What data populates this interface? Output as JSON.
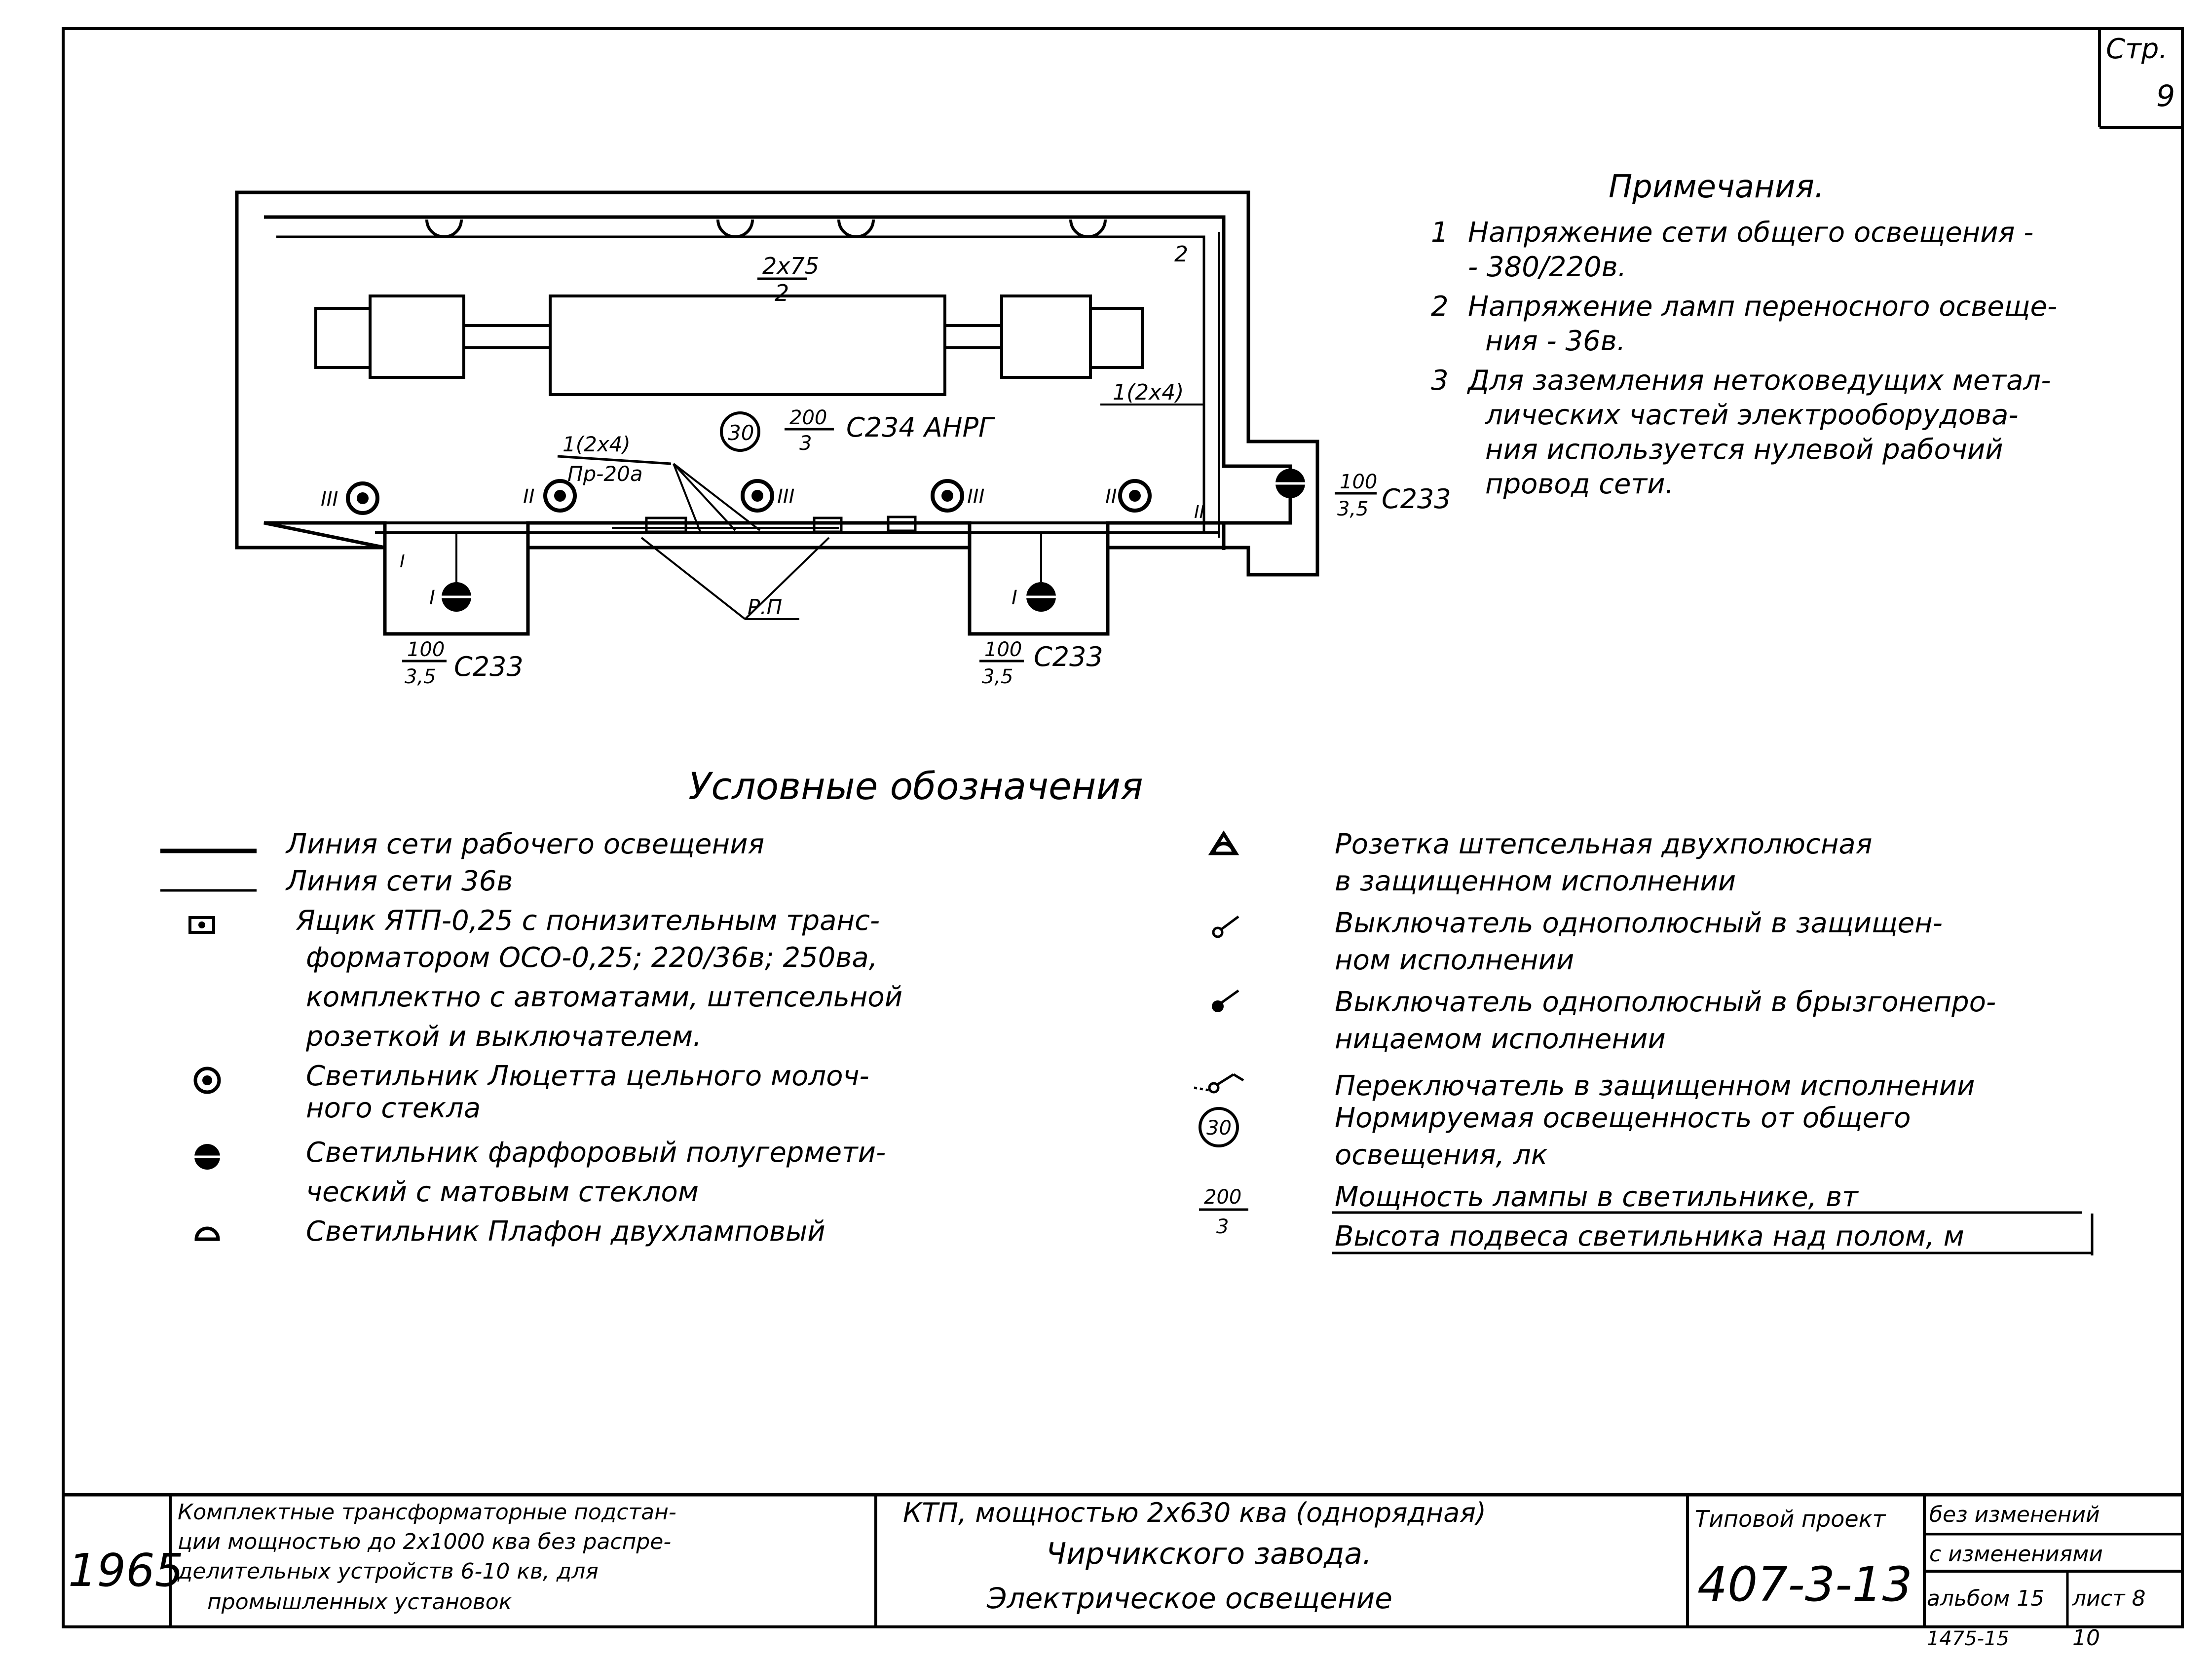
{
  "page_tag": {
    "label": "Стр.",
    "number": "9"
  },
  "plan": {
    "top_cable": {
      "num": "2х75",
      "den": "2"
    },
    "top_right_marker": "2",
    "right_cable": "1(2х4)",
    "center": {
      "illuminance": "30",
      "lamp": {
        "num": "200",
        "den": "3"
      },
      "label": "С234 АНРГ"
    },
    "cable_label": {
      "top": "1(2х4)",
      "bottom": "Пр-20а"
    },
    "rp_label": "Р.П",
    "roman": {
      "one": "I",
      "two": "II",
      "three": "III"
    },
    "right_annot": {
      "num": "100",
      "den": "3,5",
      "label": "С233"
    },
    "left_annot": {
      "num": "100",
      "den": "3,5",
      "label": "С233"
    },
    "mid_annot": {
      "num": "100",
      "den": "3,5",
      "label": "С233"
    }
  },
  "notes": {
    "title": "Примечания.",
    "items": [
      {
        "num": "1",
        "lines": [
          "Напряжение сети общего освещения -",
          "- 380/220в."
        ]
      },
      {
        "num": "2",
        "lines": [
          "Напряжение ламп переносного освеще-",
          "ния - 36в."
        ]
      },
      {
        "num": "3",
        "lines": [
          "Для заземления нетоковедущих метал-",
          "лических частей электрооборудова-",
          "ния используется нулевой рабочий",
          "провод сети."
        ]
      }
    ]
  },
  "legend": {
    "title": "Условные обозначения",
    "left": [
      {
        "lines": [
          "Линия сети рабочего освещения"
        ]
      },
      {
        "lines": [
          "Линия сети 36в"
        ]
      },
      {
        "lines": [
          "Ящик ЯТП-0,25 с понизительным транс-",
          "форматором ОСО-0,25; 220/36в; 250ва,",
          "комплектно с автоматами, штепсельной",
          "розеткой и выключателем."
        ]
      },
      {
        "lines": [
          "Светильник Люцетта цельного молоч-",
          "ного стекла"
        ]
      },
      {
        "lines": [
          "Светильник фарфоровый полугермети-",
          "ческий с матовым стеклом"
        ]
      },
      {
        "lines": [
          "Светильник Плафон двухламповый"
        ]
      }
    ],
    "right": [
      {
        "lines": [
          "Розетка штепсельная двухполюсная",
          "в защищенном исполнении"
        ]
      },
      {
        "lines": [
          "Выключатель однополюсный в защищен-",
          "ном исполнении"
        ]
      },
      {
        "lines": [
          "Выключатель однополюсный в брызгонепро-",
          "ницаемом исполнении"
        ]
      },
      {
        "lines": [
          "Переключатель в защищенном исполнении"
        ]
      },
      {
        "symbol": "30",
        "lines": [
          "Нормируемая освещенность от общего",
          "освещения, лк"
        ]
      },
      {
        "symbol": "200",
        "lines": [
          "Мощность лампы в светильнике, вт"
        ]
      },
      {
        "symbol": "3",
        "lines": [
          "Высота подвеса светильника над полом, м"
        ]
      }
    ]
  },
  "title_block": {
    "year": "1965",
    "description": [
      "Комплектные трансформаторные подстан-",
      "ции мощностью до 2х1000 ква без распре-",
      "делительных устройств 6-10 кв, для",
      "промышленных установок"
    ],
    "center": [
      "КТП, мощностью 2х630 ква (однорядная)",
      "Чирчикского завода.",
      "Электрическое освещение"
    ],
    "project_label": "Типовой проект",
    "project_number": "407-3-13",
    "status1": "без изменений",
    "status2": "с изменениями",
    "album": "альбом 15",
    "sheet": "лист 8",
    "bottom_code": "1475-15",
    "bottom_num": "10"
  }
}
